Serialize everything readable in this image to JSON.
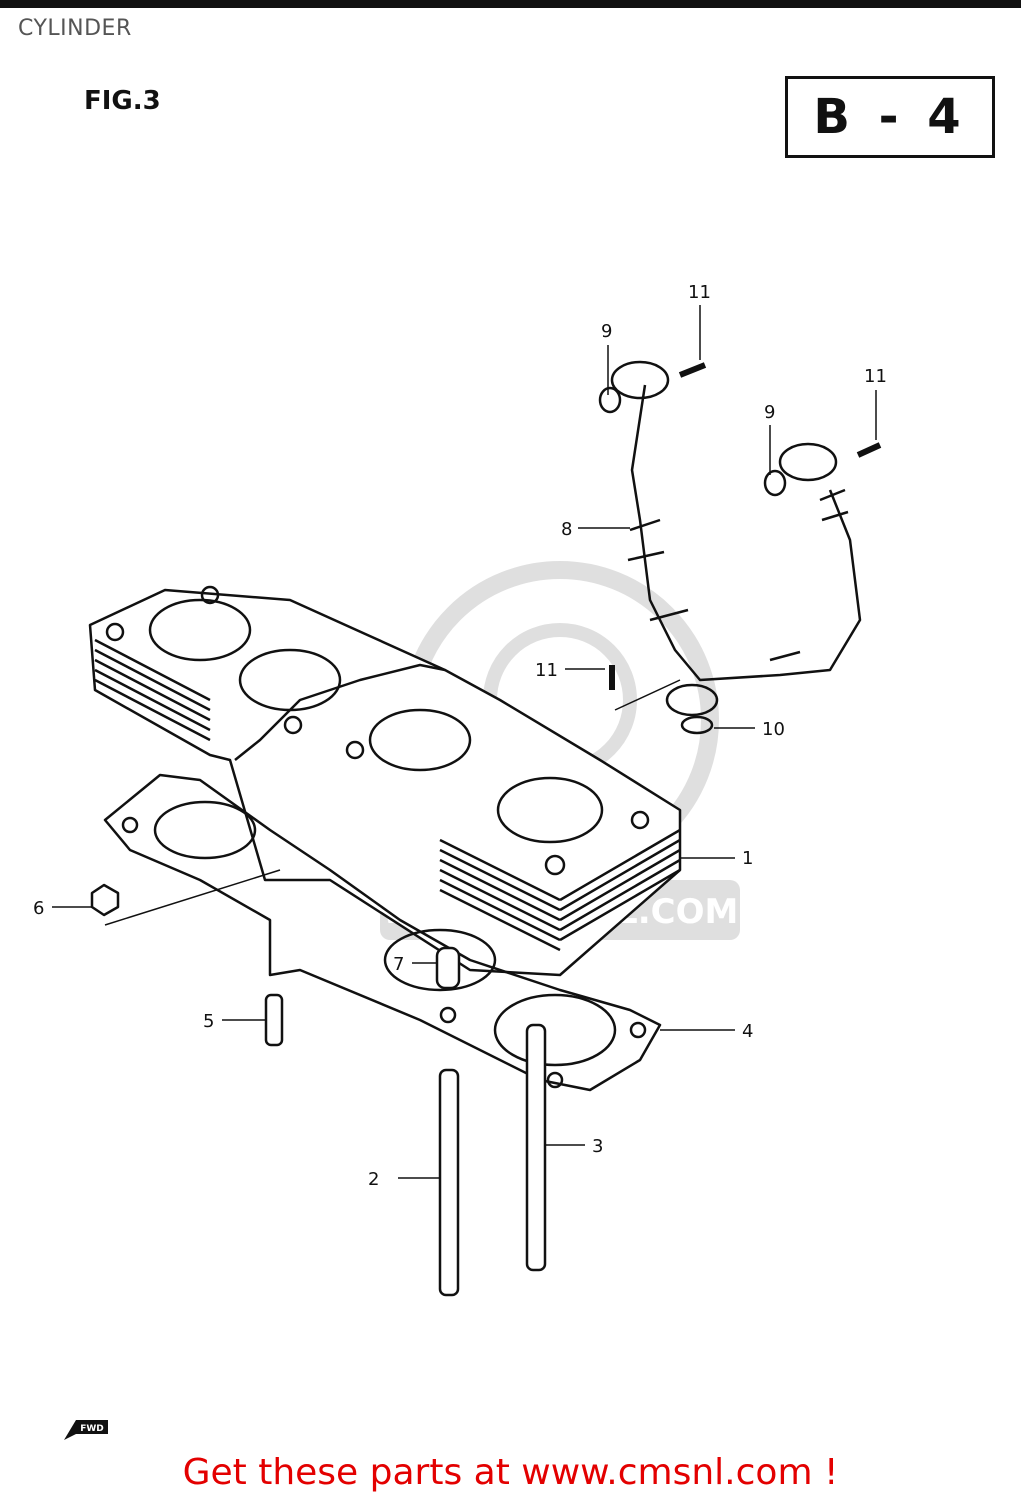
{
  "header": {
    "title": "CYLINDER",
    "figure": "FIG.3",
    "section_code": "B - 4"
  },
  "callouts": [
    {
      "id": "c1",
      "label": "1"
    },
    {
      "id": "c2",
      "label": "2"
    },
    {
      "id": "c3",
      "label": "3"
    },
    {
      "id": "c4",
      "label": "4"
    },
    {
      "id": "c5",
      "label": "5"
    },
    {
      "id": "c6",
      "label": "6"
    },
    {
      "id": "c7",
      "label": "7"
    },
    {
      "id": "c8",
      "label": "8"
    },
    {
      "id": "c9a",
      "label": "9"
    },
    {
      "id": "c9b",
      "label": "9"
    },
    {
      "id": "c10",
      "label": "10"
    },
    {
      "id": "c11a",
      "label": "11"
    },
    {
      "id": "c11b",
      "label": "11"
    },
    {
      "id": "c11c",
      "label": "11"
    }
  ],
  "watermark": {
    "text": "WWW.CMSNL.COM"
  },
  "direction_marker": "FWD",
  "footer": {
    "banner": "Get these parts at www.cmsnl.com !",
    "color": "#e30000"
  }
}
